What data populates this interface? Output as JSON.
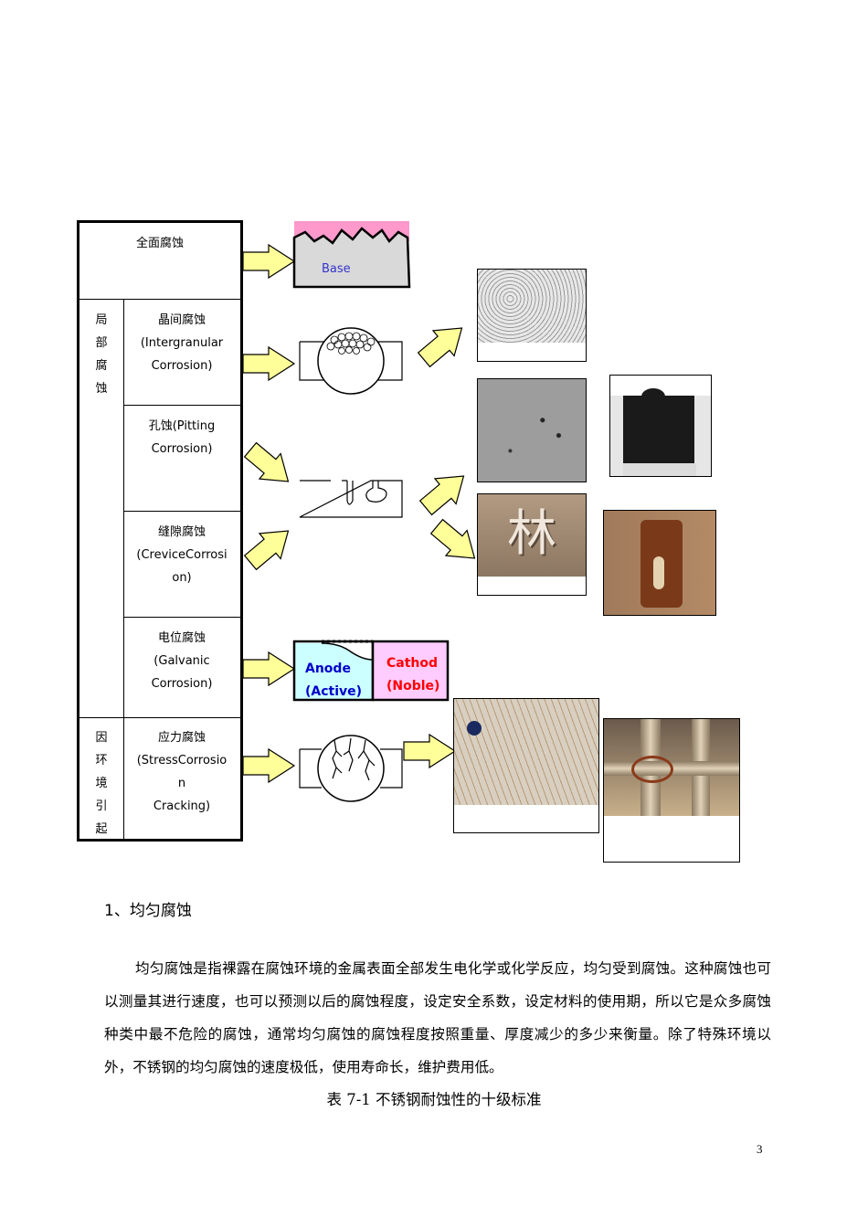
{
  "table": {
    "general": "全面腐蚀",
    "local_group": [
      "局",
      "部",
      "腐",
      "蚀"
    ],
    "env_group": [
      "因",
      "环",
      "境",
      "引",
      "起"
    ],
    "intergranular": [
      "晶间腐蚀",
      "(Intergranular",
      "Corrosion)"
    ],
    "pitting": [
      "孔蚀(Pitting",
      "Corrosion)"
    ],
    "crevice": [
      "缝隙腐蚀",
      "(CreviceCorrosi",
      "on)"
    ],
    "galvanic": [
      "电位腐蚀",
      "(Galvanic",
      "Corrosion)"
    ],
    "stress": [
      "应力腐蚀",
      "(StressCorrosio",
      "n",
      "Cracking)"
    ]
  },
  "diagrams": {
    "base_label": "Base",
    "anode": [
      "Anode",
      "(Active)"
    ],
    "cathode": [
      "Cathod",
      "(Noble)"
    ],
    "photo_glyph": "林"
  },
  "colors": {
    "arrow_fill": "#ffff99",
    "coating_pink": "#ff99cc",
    "base_gray": "#d9d9d9",
    "anode_cyan": "#ccffff",
    "cathode_pink": "#ffccff",
    "anode_text": "#0000cc",
    "cathode_text": "#ff0000",
    "base_text": "#3333cc"
  },
  "text": {
    "heading": "1、均匀腐蚀",
    "paragraph": "均匀腐蚀是指裸露在腐蚀环境的金属表面全部发生电化学或化学反应，均匀受到腐蚀。这种腐蚀也可以测量其进行速度，也可以预测以后的腐蚀程度，设定安全系数，设定材料的使用期，所以它是众多腐蚀种类中最不危险的腐蚀，通常均匀腐蚀的腐蚀程度按照重量、厚度减少的多少来衡量。除了特殊环境以外，不锈钢的均匀腐蚀的速度极低，使用寿命长，维护费用低。",
    "caption": "表 7-1 不锈钢耐蚀性的十级标准",
    "page_number": "3"
  }
}
